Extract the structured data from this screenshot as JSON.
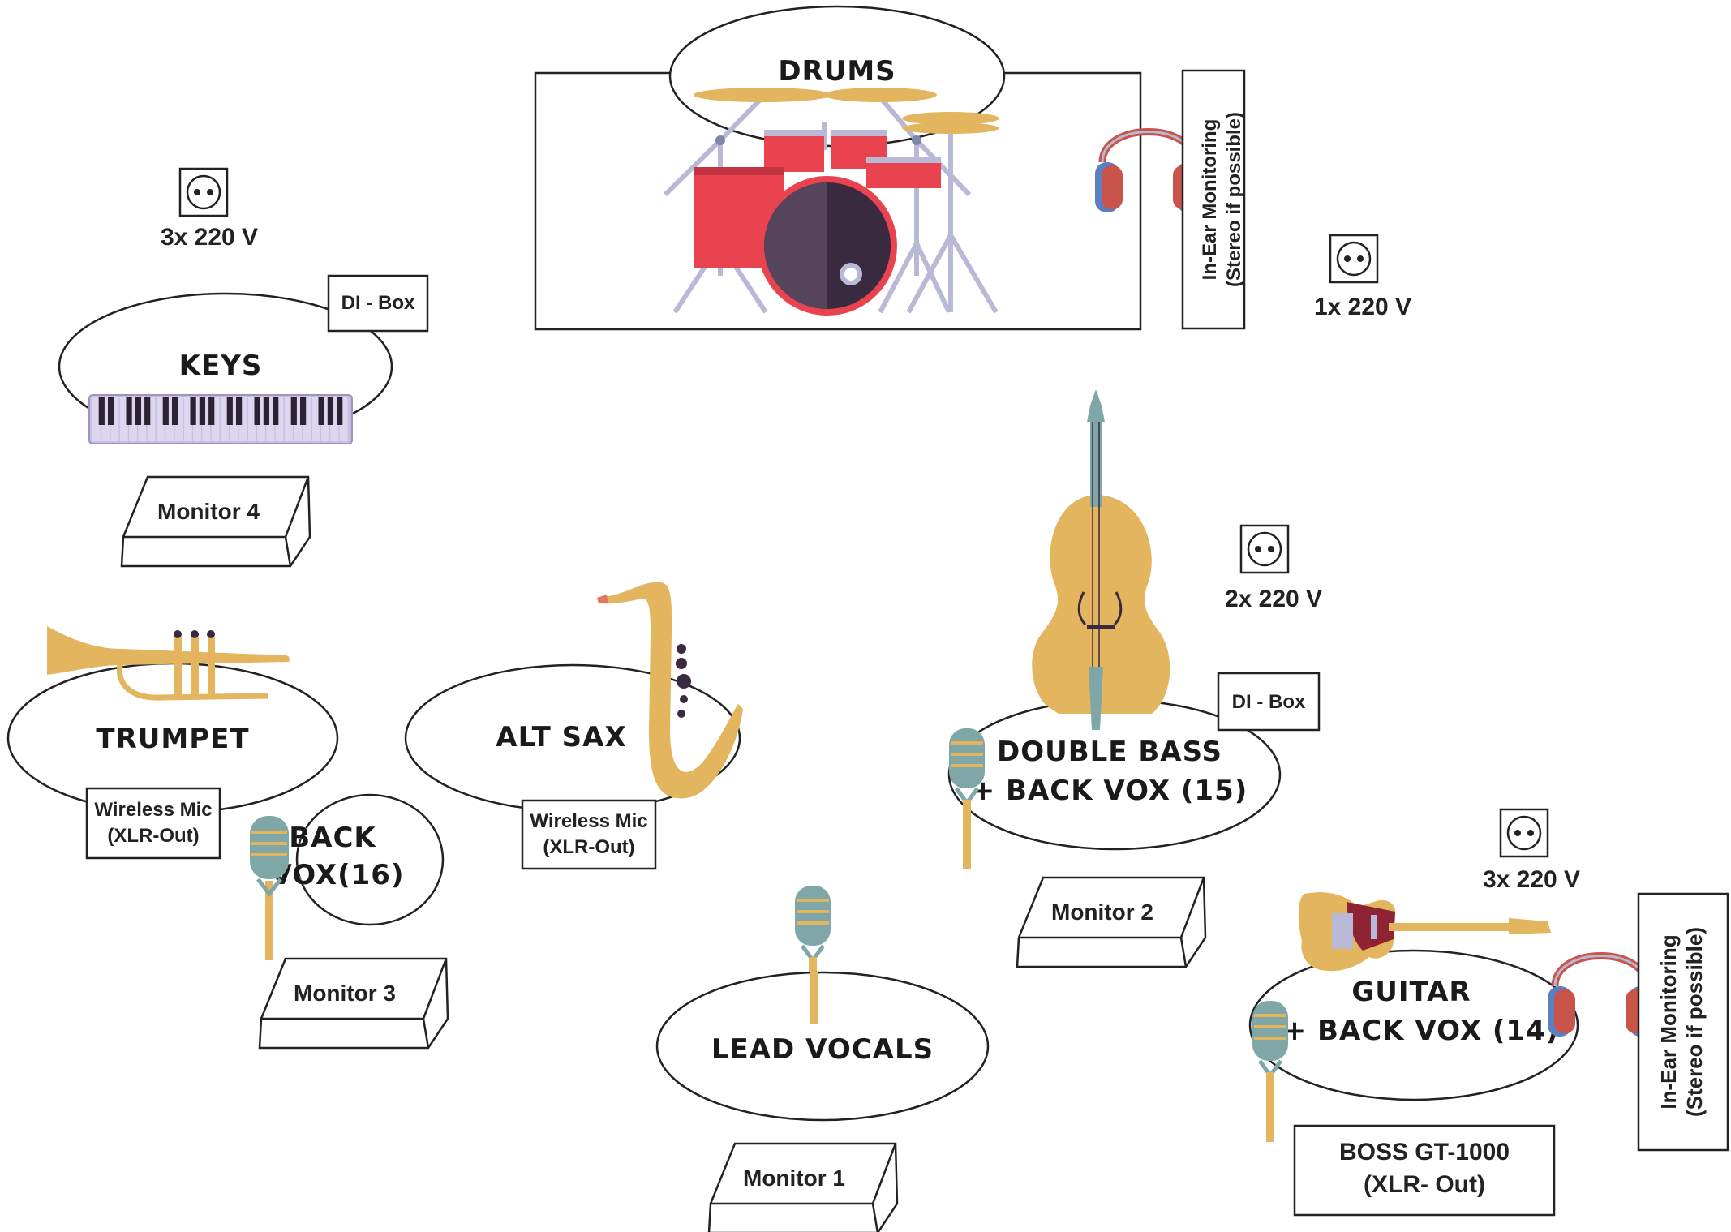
{
  "stage_plot": {
    "zones": {
      "drums": "DRUMS",
      "keys": "KEYS",
      "trumpet": "TRUMPET",
      "back_vox_16_line1": "BACK",
      "back_vox_16_line2": "VOX(16)",
      "alt_sax": "ALT SAX",
      "lead_vocals": "LEAD VOCALS",
      "double_bass_line1": "DOUBLE BASS",
      "double_bass_line2": "+ BACK VOX (15)",
      "guitar_line1": "GUITAR",
      "guitar_line2": "+ BACK VOX (14)"
    },
    "monitors": {
      "m1": "Monitor 1",
      "m2": "Monitor 2",
      "m3": "Monitor 3",
      "m4": "Monitor 4"
    },
    "boxes": {
      "di_box_keys": "DI - Box",
      "di_box_bass": "DI - Box",
      "wireless_trumpet_line1": "Wireless Mic",
      "wireless_trumpet_line2": "(XLR-Out)",
      "wireless_sax_line1": "Wireless Mic",
      "wireless_sax_line2": "(XLR-Out)",
      "boss_line1": "BOSS GT-1000",
      "boss_line2": "(XLR- Out)",
      "iem_drums_line1": "In-Ear Monitoring",
      "iem_drums_line2": "(Stereo if possible)",
      "iem_guitar_line1": "In-Ear Monitoring",
      "iem_guitar_line2": "(Stereo if possible)"
    },
    "power": {
      "keys": "3x 220 V",
      "drums": "1x 220 V",
      "bass": "2x 220 V",
      "guitar": "3x 220 V"
    },
    "colors": {
      "gold": "#E2B55E",
      "drum_red": "#E8434F",
      "drum_dark": "#3A2A3F",
      "stand_grey": "#B7B9D6",
      "headphone_red": "#C9544A",
      "headphone_blue": "#5C7FC2",
      "mic_teal": "#7FA7A8",
      "mic_gold": "#E2B55E",
      "keyboard_body": "#C9C0E0",
      "keyboard_black": "#2B2233"
    },
    "icons": [
      "drum-kit-icon",
      "keyboard-icon",
      "trumpet-icon",
      "saxophone-icon",
      "double-bass-icon",
      "electric-guitar-icon",
      "headphones-icon",
      "microphone-icon",
      "power-socket-icon",
      "stage-monitor-icon"
    ]
  }
}
